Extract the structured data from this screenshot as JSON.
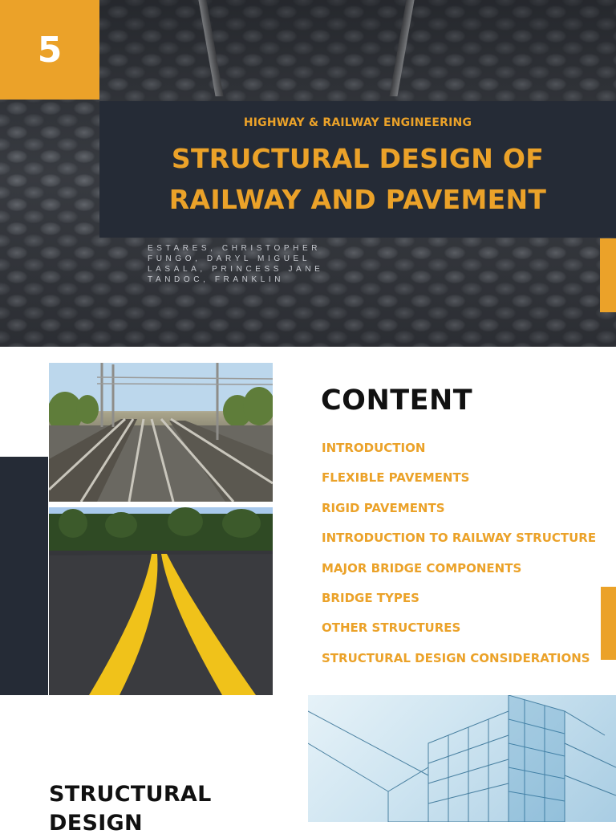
{
  "badge_number": "5",
  "kicker": "HIGHWAY & RAILWAY ENGINEERING",
  "title_line1": "STRUCTURAL DESIGN OF",
  "title_line2": "RAILWAY AND PAVEMENT",
  "authors": [
    "ESTARES, CHRISTOPHER",
    "FUNGO, DARYL MIGUEL",
    "LASALA, PRINCESS JANE",
    "TANDOC, FRANKLIN"
  ],
  "content": {
    "heading": "CONTENT",
    "items": [
      "INTRODUCTION",
      "FLEXIBLE PAVEMENTS",
      "RIGID PAVEMENTS",
      "INTRODUCTION TO RAILWAY STRUCTURE",
      "MAJOR BRIDGE COMPONENTS",
      "BRIDGE TYPES",
      "OTHER STRUCTURES",
      "STRUCTURAL DESIGN CONSIDERATIONS"
    ]
  },
  "bottom_heading_line1": "STRUCTURAL",
  "bottom_heading_line2": "DESIGN",
  "colors": {
    "accent": "#eba229",
    "dark_panel": "#252b36",
    "heading_text": "#111111"
  }
}
